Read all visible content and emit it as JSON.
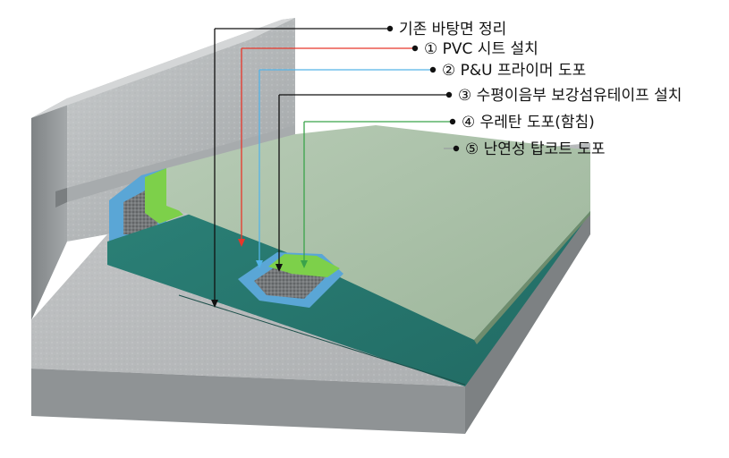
{
  "callouts": [
    {
      "text": "기존 바탕면 정리",
      "color": "#111111"
    },
    {
      "text": "① PVC 시트 설치",
      "color": "#e8362a"
    },
    {
      "text": "② P&U 프라이머 도포",
      "color": "#54b4e8"
    },
    {
      "text": "③ 수평이음부 보강섬유테이프 설치",
      "color": "#111111"
    },
    {
      "text": "④ 우레탄 도포(함침)",
      "color": "#3aa34a"
    },
    {
      "text": "⑤ 난연성 탑코트 도포",
      "color": "#9aa0a0"
    }
  ],
  "colors": {
    "concrete": "#b9bcbd",
    "concrete_dark": "#8e9294",
    "concrete_light": "#cfd2d3",
    "pvc_sheet_blue": "#5aa6d6",
    "urethane_teal": "#2f7f78",
    "topcoat_green": "#a9c3a8",
    "tape_green": "#7dd04a",
    "fabric_gray": "#6d6f70"
  }
}
